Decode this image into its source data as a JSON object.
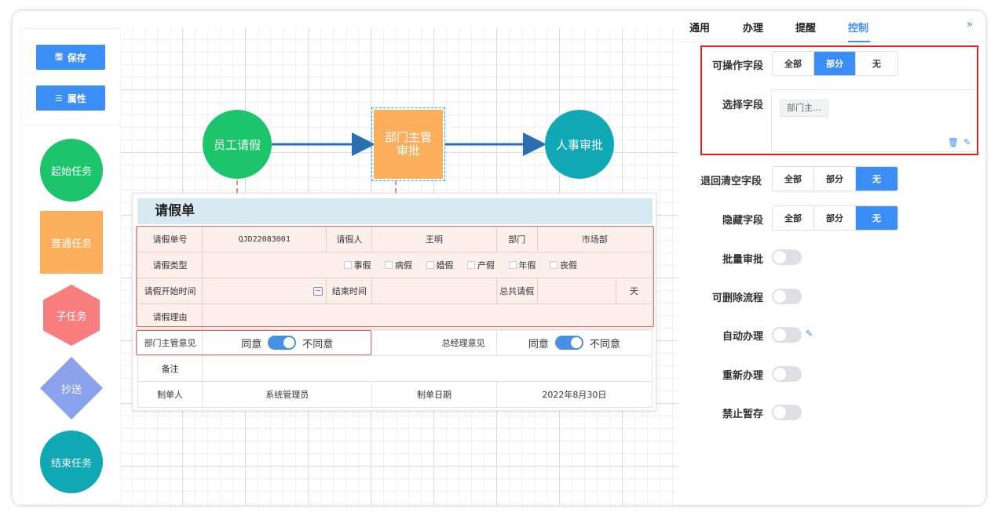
{
  "toolbar": {
    "save_label": "保存",
    "props_label": "属性"
  },
  "palette": {
    "start": "起始任务",
    "normal": "普通任务",
    "sub": "子任务",
    "cc": "抄送",
    "end": "结束任务"
  },
  "flow": {
    "node1": "员工请假",
    "node2": "部门主管审批",
    "node3": "人事审批"
  },
  "form": {
    "title": "请假单",
    "rows": {
      "no_label": "请假单号",
      "no_value": "QJD22083001",
      "person_label": "请假人",
      "person_value": "王明",
      "dept_label": "部门",
      "dept_value": "市场部",
      "type_label": "请假类型",
      "types": [
        "事假",
        "病假",
        "婚假",
        "产假",
        "年假",
        "丧假"
      ],
      "start_label": "请假开始时间",
      "end_label": "结束时间",
      "total_label": "总共请假",
      "total_unit": "天",
      "reason_label": "请假理由",
      "mgr_label": "部门主管意见",
      "gm_label": "总经理意见",
      "agree": "同意",
      "disagree": "不同意",
      "note_label": "备注",
      "creator_label": "制单人",
      "creator_value": "系统管理员",
      "date_label": "制单日期",
      "date_value": "2022年8月30日"
    }
  },
  "panel": {
    "tabs": [
      "通用",
      "办理",
      "提醒",
      "控制"
    ],
    "active_tab": "控制",
    "seg_options": [
      "全部",
      "部分",
      "无"
    ],
    "operable_label": "可操作字段",
    "operable_selected": "部分",
    "select_label": "选择字段",
    "chip": "部门主...",
    "clear_label": "退回清空字段",
    "clear_selected": "无",
    "hide_label": "隐藏字段",
    "hide_selected": "无",
    "toggles": [
      "批量审批",
      "可删除流程",
      "自动办理",
      "重新办理",
      "禁止暂存"
    ]
  },
  "colors": {
    "accent": "#3a8ef6",
    "start": "#1cc46b",
    "task": "#fbae5c",
    "sub": "#f87e7e",
    "cc": "#8aa2ec",
    "end": "#0fa8b4",
    "highlight": "#d9251c"
  }
}
